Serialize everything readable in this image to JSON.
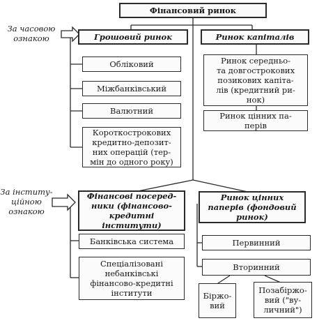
{
  "root": "Фінансовий ринок",
  "criteria": {
    "time": "За часовою\nознакою",
    "institutional": "За інститу-\nційною\nознакою"
  },
  "money_market": {
    "title": "Грошовий ринок",
    "items": [
      "Обліковий",
      "Міжбанківський",
      "Валютний",
      "Короткострокових\nкредитно-депозит-\nних операцій (тер-\nмін до одного року)"
    ]
  },
  "capital_market": {
    "title": "Ринок капіталів",
    "items": [
      "Ринок середньо-\nта довгострокових\nпозикових капіта-\nлів (кредитний ри-\nнок)",
      "Ринок цінних па-\nперів"
    ]
  },
  "intermediaries": {
    "title": "Фінансові посеред-\nники (фінансово-\nкредитні\nінститути)",
    "items": [
      "Банківська система",
      "Спеціалізовані\nнебанківські\nфінансово-кредитні\nінститути"
    ]
  },
  "securities_market": {
    "title": "Ринок цінних\nпаперів (фондовий\nринок)",
    "primary": "Первинний",
    "secondary": "Вторинний",
    "secondary_items": [
      "Біржо-\nвий",
      "Позабіржо-\nвий (\"ву-\nличний\")"
    ]
  }
}
